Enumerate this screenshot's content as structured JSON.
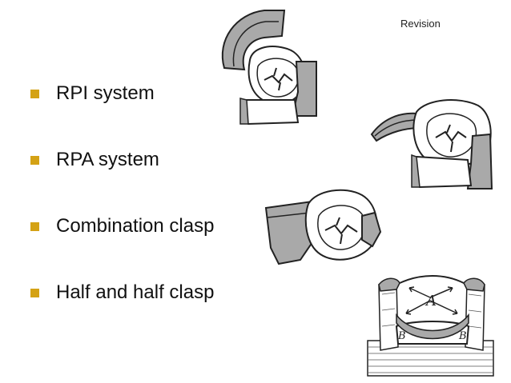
{
  "slide": {
    "corner_label": "Revision",
    "bullets": [
      {
        "label": "RPI system"
      },
      {
        "label": "RPA system"
      },
      {
        "label": "Combination clasp"
      },
      {
        "label": "Half and half clasp"
      }
    ],
    "figure_4": {
      "label_A": "A",
      "label_B_left": "B",
      "label_B_right": "B"
    }
  },
  "colors": {
    "bullet_marker": "#d4a215",
    "clasp_fill": "#a9a9a9",
    "outline": "#222222"
  },
  "icons": [
    "square-bullet-icon",
    "rpi-clasp-figure",
    "rpa-clasp-figure",
    "combination-clasp-figure",
    "half-and-half-clasp-figure"
  ]
}
